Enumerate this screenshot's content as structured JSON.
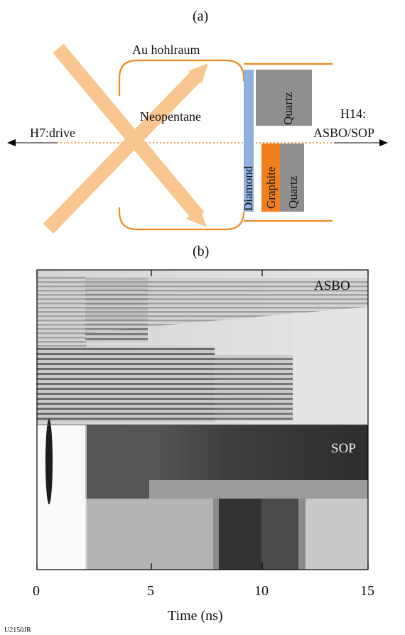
{
  "panel_a": {
    "label": "(a)",
    "hohlraum_label": "Au hohlraum",
    "gas_label": "Neopentane",
    "drive_label": "H7:drive",
    "diag_label_line1": "H14:",
    "diag_label_line2": "ASBO/SOP",
    "layers": {
      "diamond": "Diamond",
      "graphite": "Graphite",
      "quartz_top": "Quartz",
      "quartz_bottom": "Quartz"
    },
    "colors": {
      "laser": "#f9c48a",
      "hohlraum": "#ee8a21",
      "diamond": "#8fb0dc",
      "graphite": "#f0801e",
      "quartz": "#8f8f8f",
      "axis_dotted": "#ee8a21"
    }
  },
  "panel_b": {
    "label": "(b)",
    "asbo_label": "ASBO",
    "sop_label": "SOP",
    "xlabel": "Time (ns)",
    "xticks": [
      "0",
      "5",
      "10",
      "15"
    ],
    "xlim": [
      0,
      15
    ]
  },
  "figure_id": "U2150JR"
}
